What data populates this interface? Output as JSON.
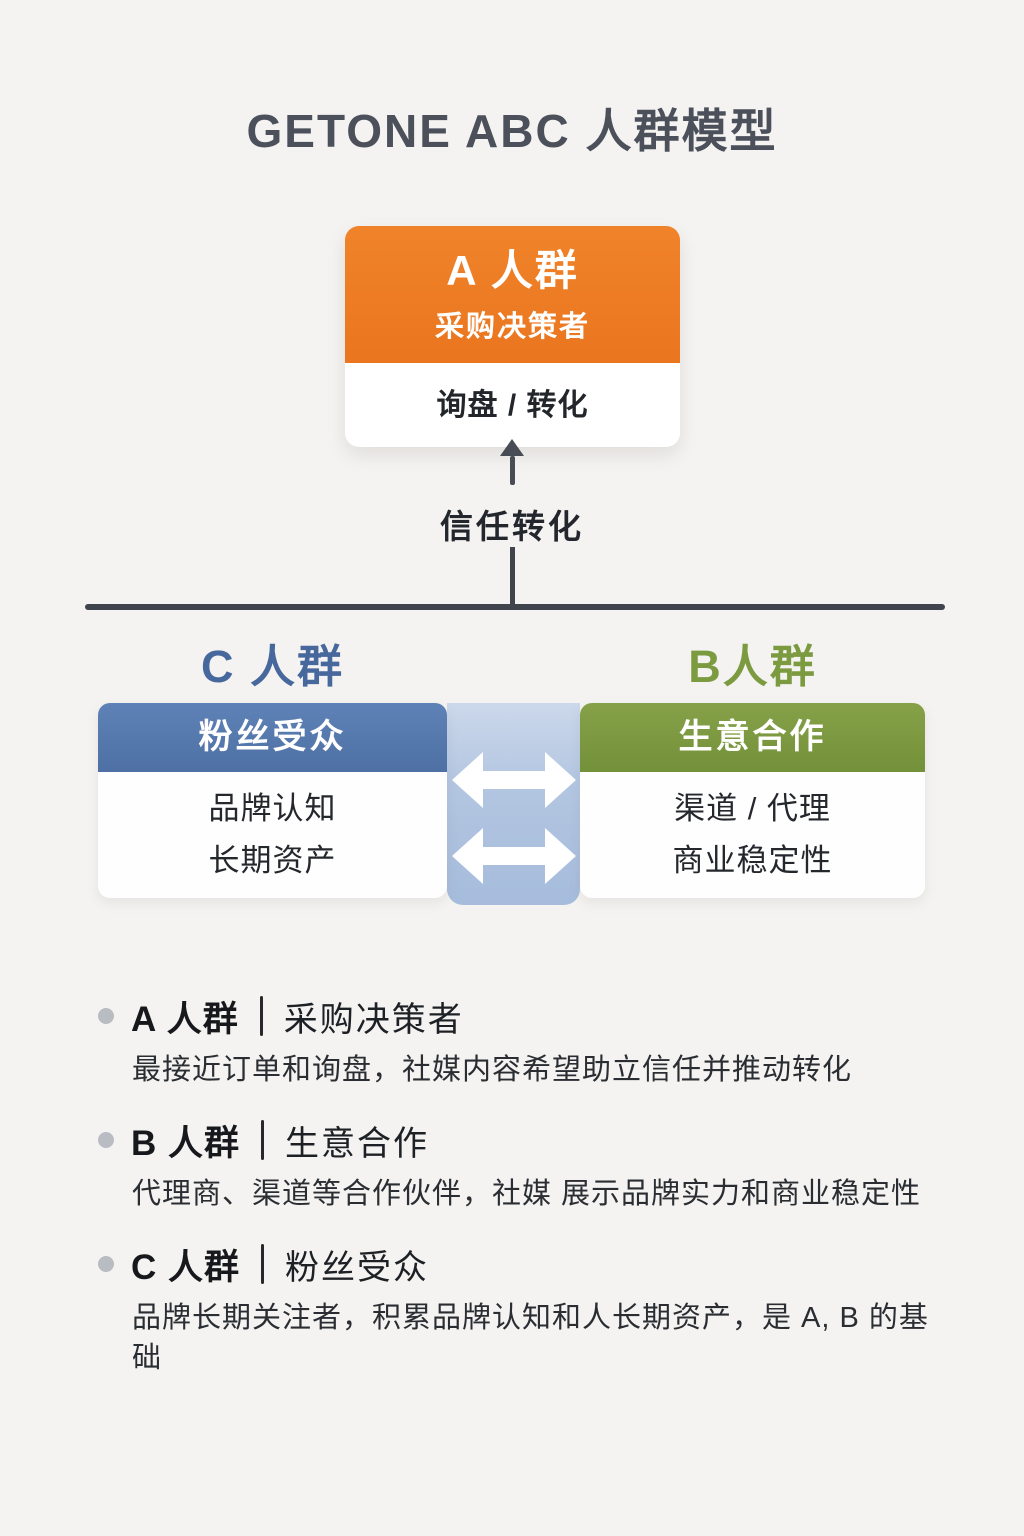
{
  "title": "GETONE ABC 人群模型",
  "colors": {
    "background": "#f4f3f1",
    "orange": "#ed7c22",
    "blue_header": "#5577ad",
    "green_header": "#7d9a3f",
    "band_blue": "#b5c8e2",
    "heading_blue": "#46689d",
    "heading_green": "#7c9b41",
    "line_dark": "#3f444d"
  },
  "diagram": {
    "a_card": {
      "title": "A 人群",
      "subtitle": "采购决策者",
      "body": "询盘 / 转化"
    },
    "flow_label": "信任转化",
    "c_heading": "C 人群",
    "b_heading": "B人群",
    "c_card": {
      "header": "粉丝受众",
      "line1": "品牌认知",
      "line2": "长期资产"
    },
    "b_card": {
      "header": "生意合作",
      "line1": "渠道 / 代理",
      "line2": "商业稳定性"
    }
  },
  "legend": [
    {
      "group": "A 人群",
      "role": "采购决策者",
      "desc": "最接近订单和询盘，社媒内容希望助立信任并推动转化"
    },
    {
      "group": "B 人群",
      "role": "生意合作",
      "desc": "代理商、渠道等合作伙伴，社媒 展示品牌实力和商业稳定性"
    },
    {
      "group": "C 人群",
      "role": "粉丝受众",
      "desc": "品牌长期关注者，积累品牌认知和人长期资产，是 A, B 的基础"
    }
  ]
}
